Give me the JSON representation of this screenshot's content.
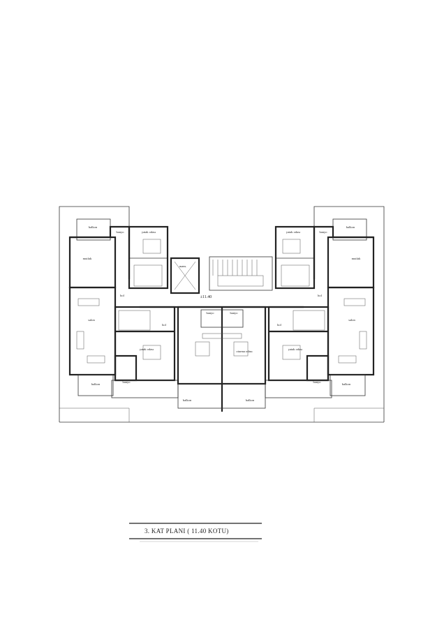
{
  "plan": {
    "title": "3. KAT PLANI  ( 11.40 KOTU)",
    "level_mark": "±11.40",
    "rooms": {
      "balkon": "balkon",
      "banyo": "banyo",
      "yatak_odasi": "yatak odası",
      "mutfak": "mutfak",
      "salon": "salon",
      "hol": "hol",
      "asansor": "asans.",
      "oturma_odasi": "oturma odası"
    }
  }
}
